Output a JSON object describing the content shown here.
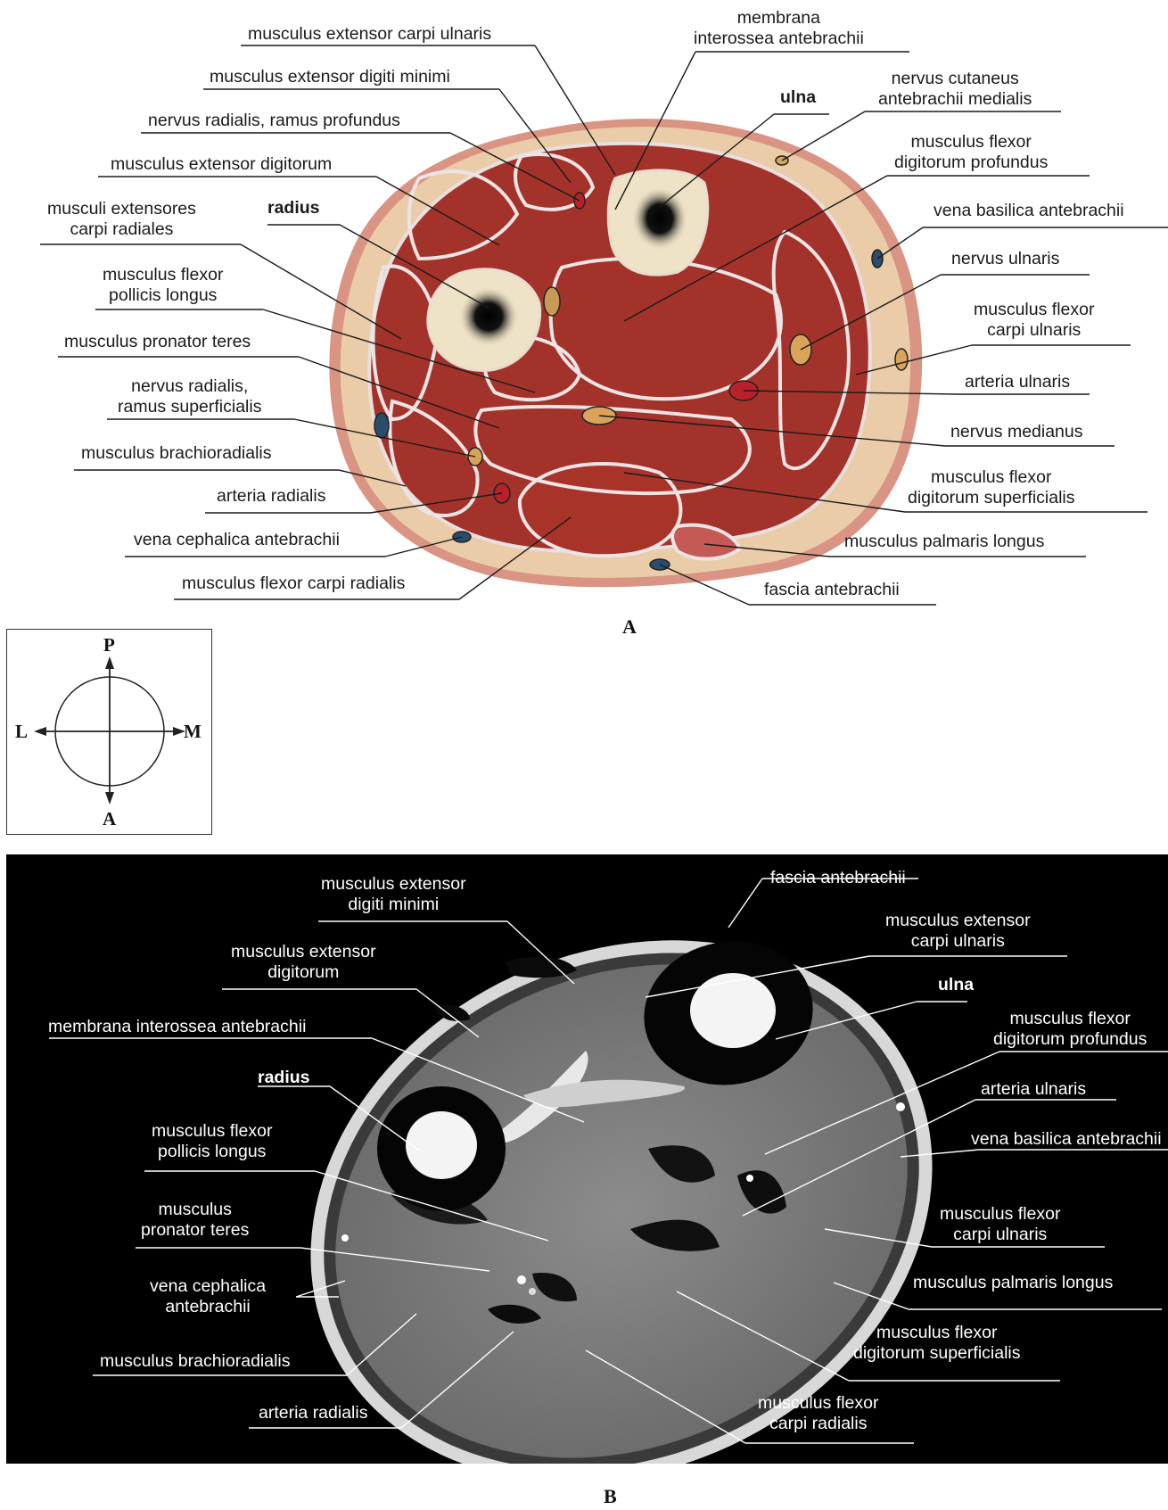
{
  "panel_a": {
    "letter": "A",
    "labels": {
      "ext_carpi_uln": "musculus extensor carpi ulnaris",
      "membrana": "membrana\ninterossea antebrachii",
      "ext_dig_min": "musculus extensor digiti minimi",
      "ulna": "ulna",
      "cut_med": "nervus cutaneus\nantebrachii medialis",
      "rad_prof": "nervus radialis, ramus profundus",
      "fdp": "musculus flexor\ndigitorum profundus",
      "ext_dig": "musculus extensor digitorum",
      "ext_carpi_rad": "musculi extensores\ncarpi radiales",
      "radius": "radius",
      "basilica": "vena basilica antebrachii",
      "fpl": "musculus flexor\npollicis longus",
      "n_uln": "nervus ulnaris",
      "fcu": "musculus flexor\ncarpi ulnaris",
      "pron": "musculus pronator teres",
      "a_uln": "arteria ulnaris",
      "rad_sup": "nervus radialis,\nramus superficialis",
      "medianus": "nervus medianus",
      "brachio": "musculus brachioradialis",
      "fds": "musculus flexor\ndigitorum superficialis",
      "a_rad": "arteria radialis",
      "cephalica": "vena cephalica antebrachii",
      "palm": "musculus palmaris longus",
      "fcr": "musculus flexor carpi radialis",
      "fascia": "fascia antebrachii"
    }
  },
  "orientation": {
    "top": "P",
    "bottom": "A",
    "left": "L",
    "right": "M"
  },
  "panel_b": {
    "letter": "B",
    "labels": {
      "ext_dig_min": "musculus extensor\ndigiti minimi",
      "fascia": "fascia antebrachii",
      "ext_carpi_uln": "musculus extensor\ncarpi ulnaris",
      "ext_dig": "musculus extensor\ndigitorum",
      "ulna": "ulna",
      "membrana": "membrana interossea antebrachii",
      "fdp": "musculus flexor\ndigitorum profundus",
      "radius": "radius",
      "a_uln": "arteria ulnaris",
      "fpl": "musculus flexor\npollicis longus",
      "basilica": "vena basilica antebrachii",
      "pron": "musculus\npronator teres",
      "fcu": "musculus flexor\ncarpi ulnaris",
      "cephalica": "vena cephalica\nantebrachii",
      "palm": "musculus palmaris longus",
      "brachio": "musculus brachioradialis",
      "fds": "musculus flexor\ndigitorum superficialis",
      "a_rad": "arteria radialis",
      "fcr": "musculus flexor\ncarpi radialis"
    }
  },
  "colors": {
    "muscle": "#a33228",
    "fat": "#e9c9a5",
    "skin": "#d68f7c",
    "bone": "#efe3c7",
    "mri_bg": "#000000"
  }
}
